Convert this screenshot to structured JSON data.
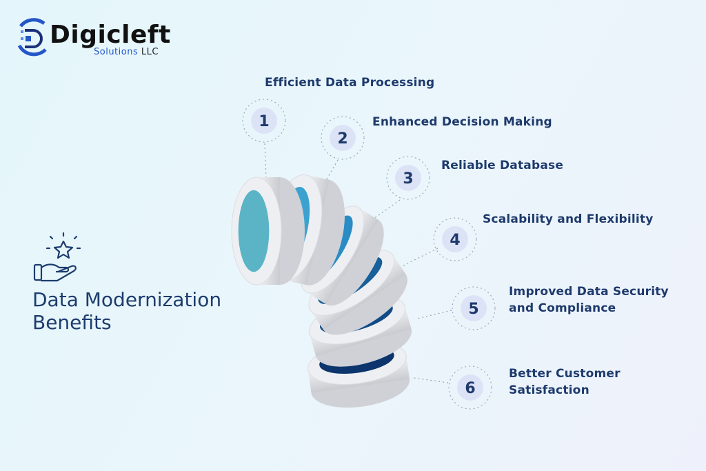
{
  "brand": {
    "name": "Digicleft",
    "sub": "Solutions",
    "suffix": "LLC"
  },
  "title": {
    "line1": "Data Modernization",
    "line2": "Benefits"
  },
  "benefits": [
    {
      "number": "1",
      "line1": "Efficient Data Processing",
      "line2": "",
      "color": "#5ab4c6"
    },
    {
      "number": "2",
      "line1": "Enhanced Decision Making",
      "line2": "",
      "color": "#3ba2cf"
    },
    {
      "number": "3",
      "line1": "Reliable Database",
      "line2": "",
      "color": "#2a8cc4"
    },
    {
      "number": "4",
      "line1": "Scalability and Flexibility",
      "line2": "",
      "color": "#176099"
    },
    {
      "number": "5",
      "line1": "Improved Data Security",
      "line2": "and Compliance",
      "color": "#114b88"
    },
    {
      "number": "6",
      "line1": "Better Customer",
      "line2": "Satisfaction",
      "color": "#0c356e"
    }
  ]
}
